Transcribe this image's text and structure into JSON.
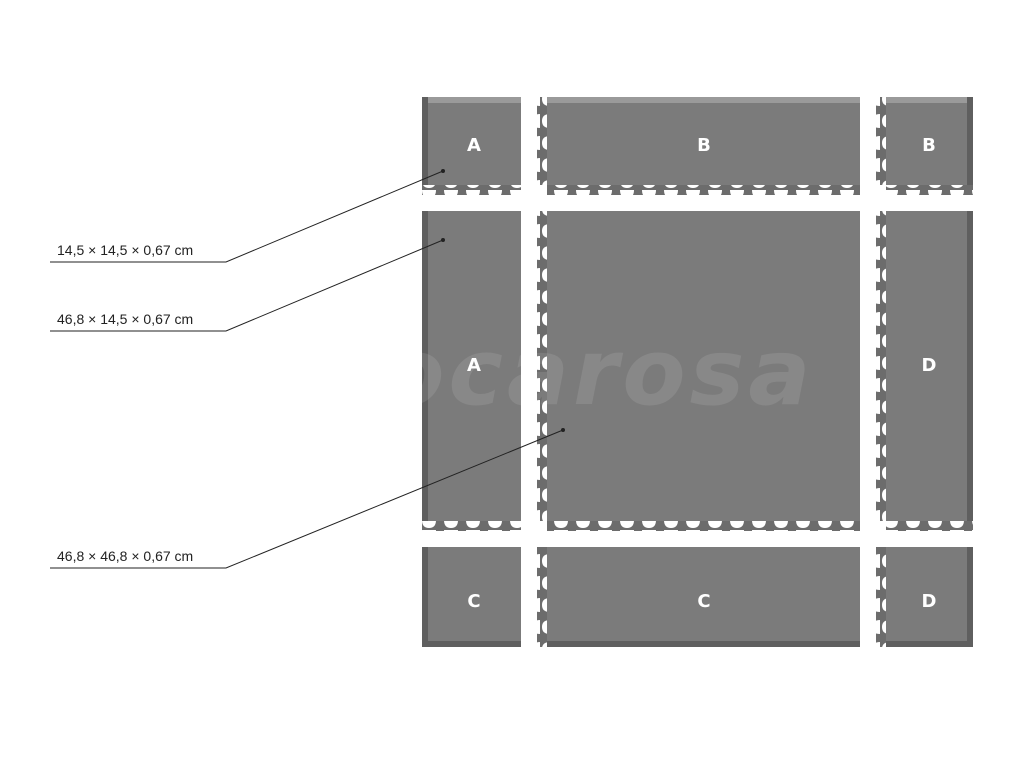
{
  "tiles": [
    {
      "id": "corner-top-left",
      "label": "A"
    },
    {
      "id": "edge-top",
      "label": "B"
    },
    {
      "id": "corner-top-right",
      "label": "B"
    },
    {
      "id": "edge-left",
      "label": "A"
    },
    {
      "id": "center",
      "label": ""
    },
    {
      "id": "edge-right",
      "label": "D"
    },
    {
      "id": "corner-bottom-left",
      "label": "C"
    },
    {
      "id": "edge-bottom",
      "label": "C"
    },
    {
      "id": "corner-bottom-right",
      "label": "D"
    }
  ],
  "dimensions": [
    {
      "id": "small",
      "text": "14,5 × 14,5 × 0,67 cm"
    },
    {
      "id": "edge",
      "text": "46,8 × 14,5 × 0,67 cm"
    },
    {
      "id": "full",
      "text": "46,8 × 46,8 × 0,67 cm"
    }
  ],
  "watermark": "procarosa",
  "colors": {
    "tile_fill": "#7b7b7b",
    "tile_bevel": "#5f5f5f",
    "tile_highlight": "#9a9a9a",
    "label_text": "#ffffff",
    "leader_line": "#222222"
  }
}
